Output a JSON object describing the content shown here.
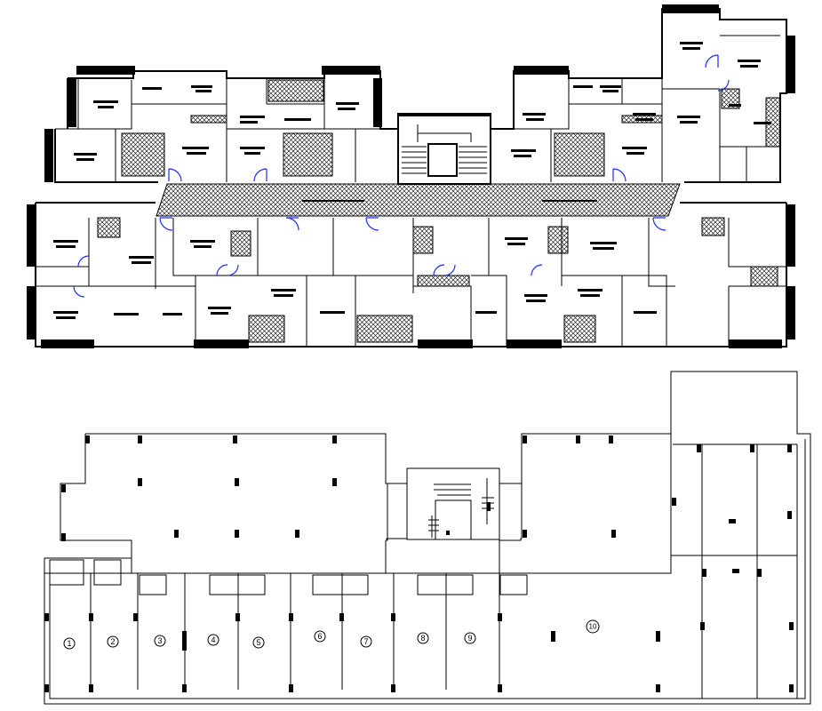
{
  "shop_numbers": [
    "1",
    "2",
    "3",
    "4",
    "5",
    "6",
    "7",
    "8",
    "9",
    "10"
  ],
  "colors": {
    "line": "#000000",
    "door": "#1a2cff",
    "background": "#ffffff"
  }
}
